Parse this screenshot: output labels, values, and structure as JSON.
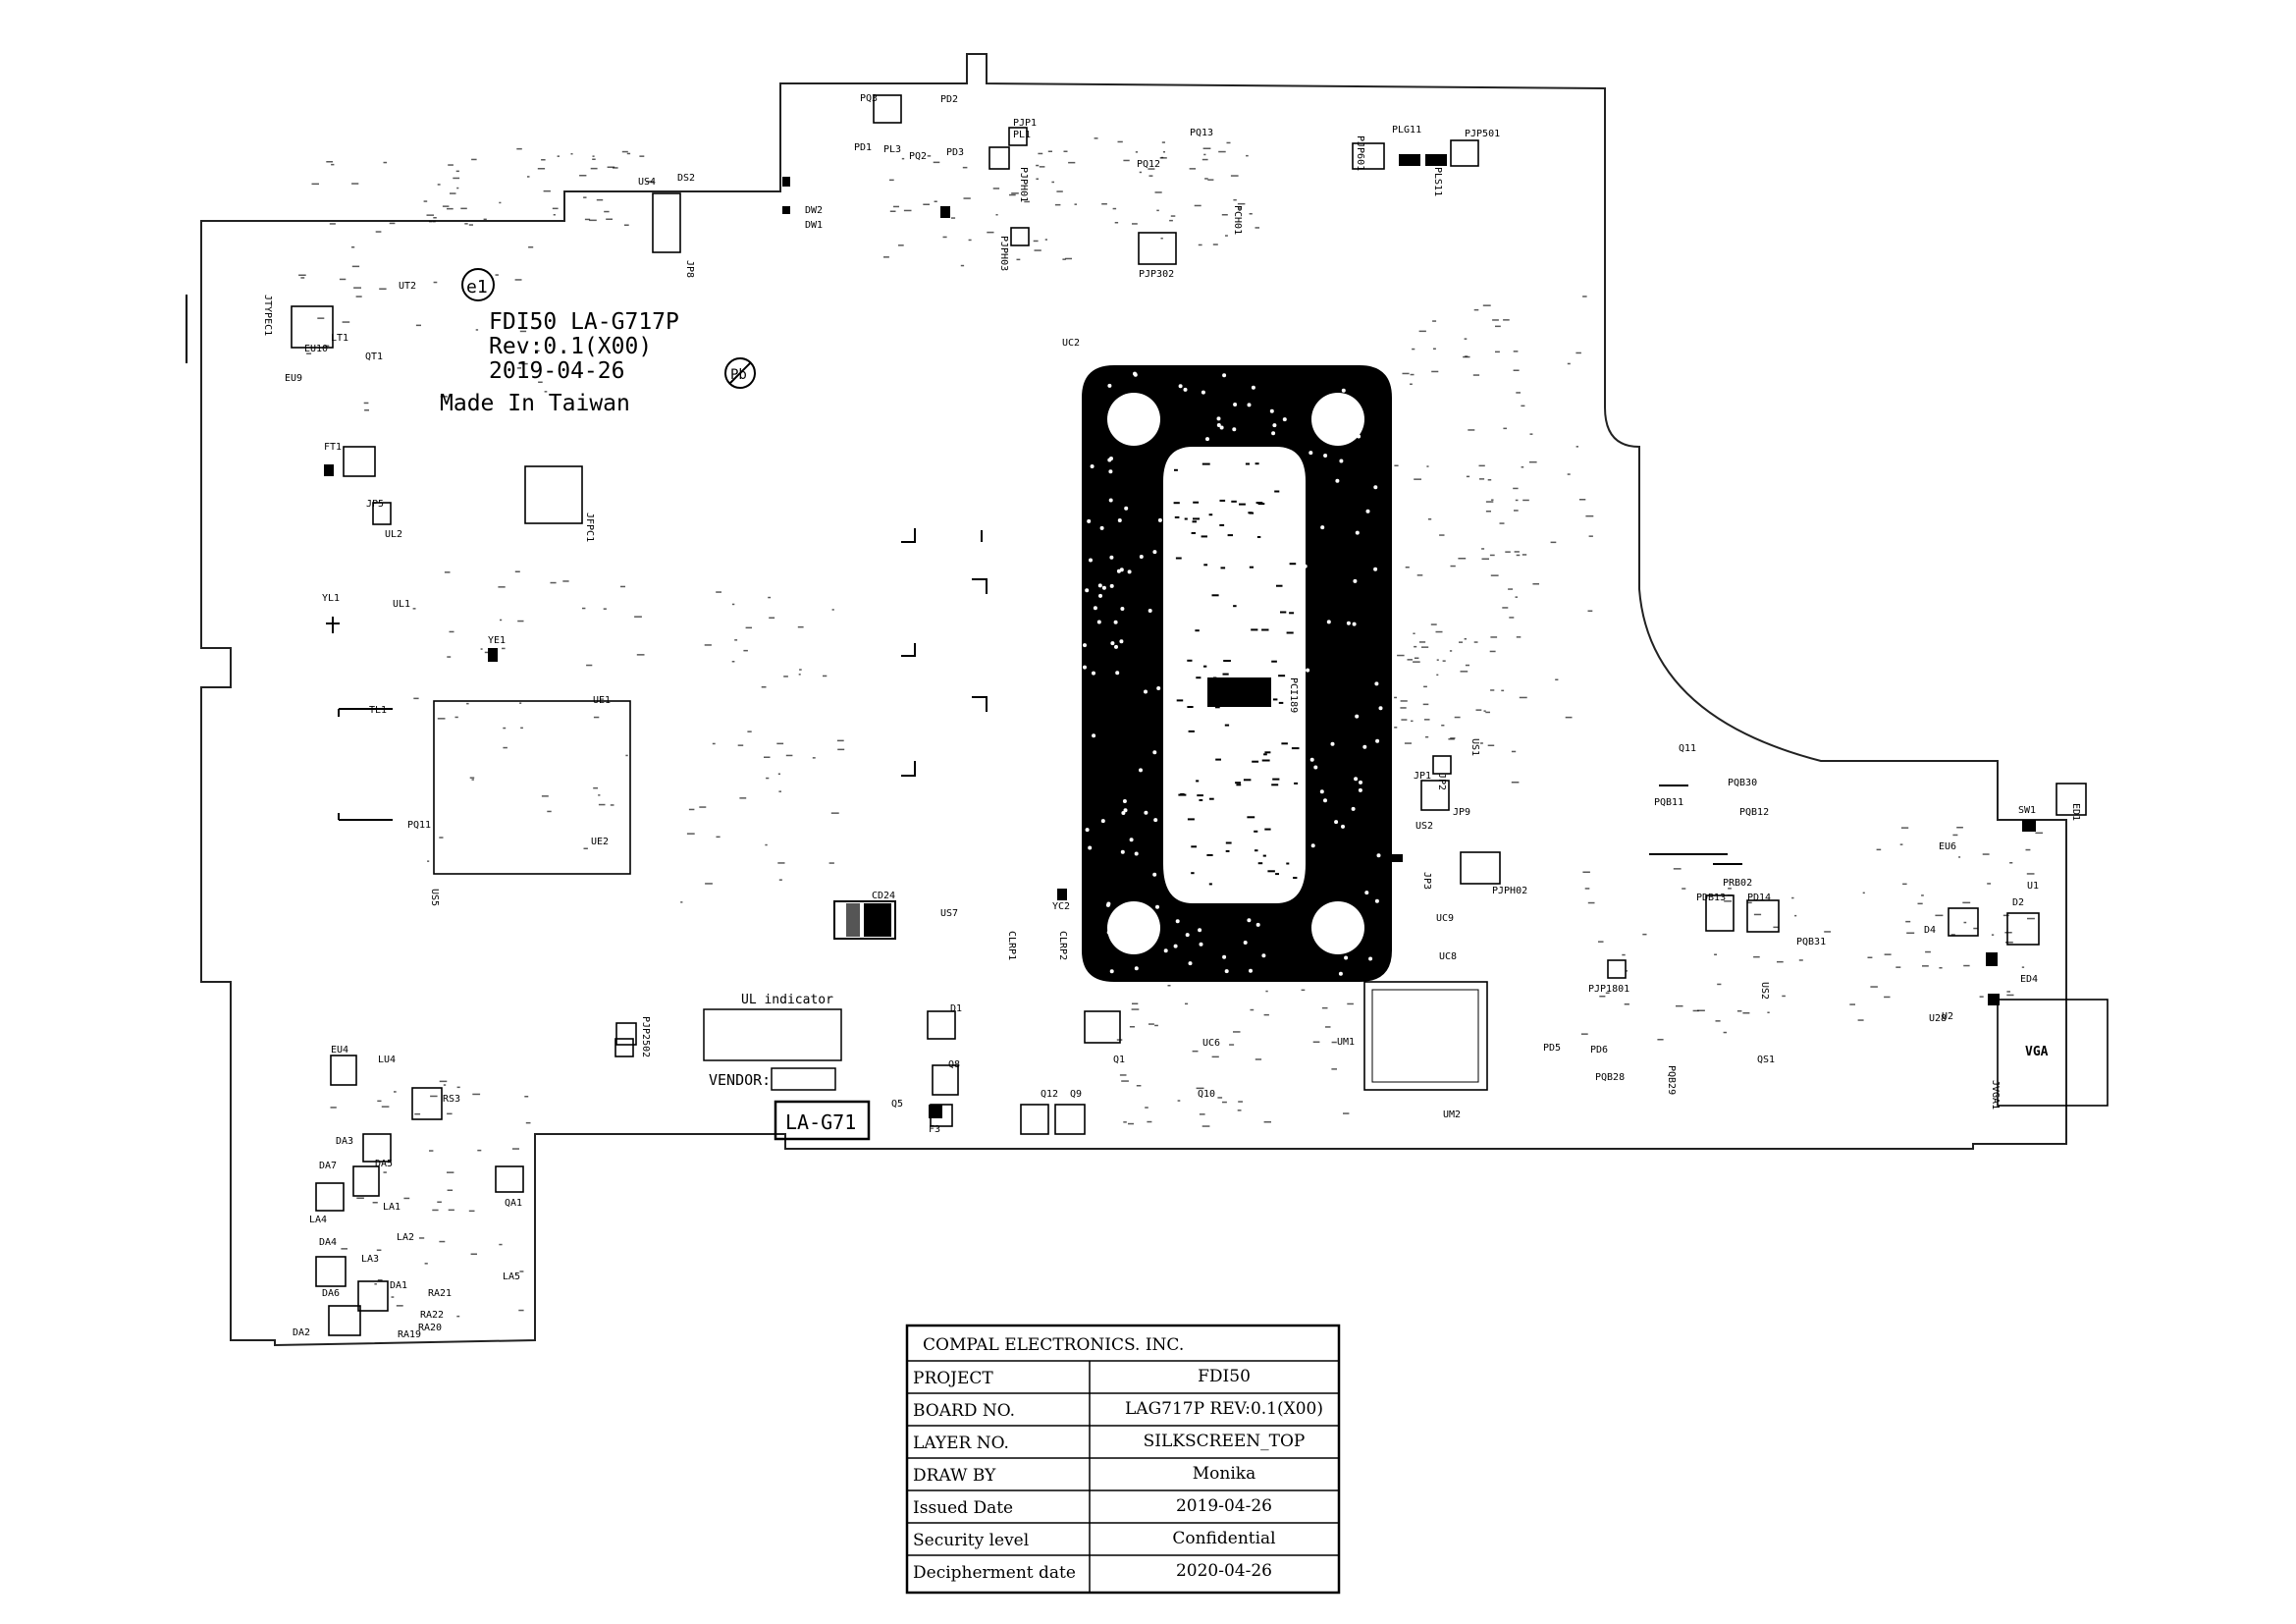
{
  "board": {
    "model_line": "FDI50 LA-G717P",
    "rev_line": "Rev:0.1(X00)",
    "date_line": "2019-04-26",
    "made_in": "Made In Taiwan",
    "e1_mark": "e1",
    "pb_mark": "Pb",
    "ul_indicator": "UL indicator",
    "vendor_label": "VENDOR:",
    "la_box": "LA-G71",
    "vga": "VGA"
  },
  "components": [
    {
      "id": "c1",
      "text": "PQ3"
    },
    {
      "id": "c2",
      "text": "PD2"
    },
    {
      "id": "c3",
      "text": "PJP1"
    },
    {
      "id": "c4",
      "text": "PL1"
    },
    {
      "id": "c5",
      "text": "PD1"
    },
    {
      "id": "c6",
      "text": "PL3"
    },
    {
      "id": "c7",
      "text": "PQ2"
    },
    {
      "id": "c8",
      "text": "PD3"
    },
    {
      "id": "c9",
      "text": "PQ13"
    },
    {
      "id": "c10",
      "text": "PQ12"
    },
    {
      "id": "c11",
      "text": "PLG11"
    },
    {
      "id": "c12",
      "text": "PJP501"
    },
    {
      "id": "c13",
      "text": "PJP302"
    },
    {
      "id": "c14",
      "text": "US4"
    },
    {
      "id": "c15",
      "text": "DS2"
    },
    {
      "id": "c16",
      "text": "JP8"
    },
    {
      "id": "c17",
      "text": "DW2"
    },
    {
      "id": "c18",
      "text": "DW1"
    },
    {
      "id": "c19",
      "text": "UT2"
    },
    {
      "id": "c20",
      "text": "EU10"
    },
    {
      "id": "c21",
      "text": "LT1"
    },
    {
      "id": "c22",
      "text": "QT1"
    },
    {
      "id": "c23",
      "text": "EU9"
    },
    {
      "id": "c24",
      "text": "UC2"
    },
    {
      "id": "c25",
      "text": "FT1"
    },
    {
      "id": "c26",
      "text": "JP5"
    },
    {
      "id": "c27",
      "text": "UL2"
    },
    {
      "id": "c28",
      "text": "JFPC1"
    },
    {
      "id": "c29",
      "text": "YL1"
    },
    {
      "id": "c30",
      "text": "UL1"
    },
    {
      "id": "c31",
      "text": "YE1"
    },
    {
      "id": "c32",
      "text": "TL1"
    },
    {
      "id": "c33",
      "text": "UE1"
    },
    {
      "id": "c34",
      "text": "PQ11"
    },
    {
      "id": "c35",
      "text": "UE2"
    },
    {
      "id": "c36",
      "text": "US5"
    },
    {
      "id": "c37",
      "text": "CD24"
    },
    {
      "id": "c38",
      "text": "US7"
    },
    {
      "id": "c39",
      "text": "YC2"
    },
    {
      "id": "c40",
      "text": "CLRP1"
    },
    {
      "id": "c41",
      "text": "CLRP2"
    },
    {
      "id": "c42",
      "text": "PJP2502"
    },
    {
      "id": "c43",
      "text": "D1"
    },
    {
      "id": "c44",
      "text": "Q8"
    },
    {
      "id": "c45",
      "text": "Q5"
    },
    {
      "id": "c46",
      "text": "F3"
    },
    {
      "id": "c47",
      "text": "Q12"
    },
    {
      "id": "c48",
      "text": "Q9"
    },
    {
      "id": "c49",
      "text": "Q1"
    },
    {
      "id": "c50",
      "text": "UC6"
    },
    {
      "id": "c51",
      "text": "Q10"
    },
    {
      "id": "c52",
      "text": "UM1"
    },
    {
      "id": "c53",
      "text": "UM2"
    },
    {
      "id": "c54",
      "text": "PD5"
    },
    {
      "id": "c55",
      "text": "PD6"
    },
    {
      "id": "c56",
      "text": "PQB28"
    },
    {
      "id": "c57",
      "text": "PQB29"
    },
    {
      "id": "c58",
      "text": "PJP1801"
    },
    {
      "id": "c59",
      "text": "PJPH02"
    },
    {
      "id": "c60",
      "text": "UC9"
    },
    {
      "id": "c61",
      "text": "UC8"
    },
    {
      "id": "c62",
      "text": "JP1"
    },
    {
      "id": "c63",
      "text": "JP2"
    },
    {
      "id": "c64",
      "text": "JP9"
    },
    {
      "id": "c65",
      "text": "US2"
    },
    {
      "id": "c66",
      "text": "Q11"
    },
    {
      "id": "c67",
      "text": "PQB30"
    },
    {
      "id": "c68",
      "text": "PQB11"
    },
    {
      "id": "c69",
      "text": "PQB12"
    },
    {
      "id": "c70",
      "text": "PRB02"
    },
    {
      "id": "c71",
      "text": "PDB13"
    },
    {
      "id": "c72",
      "text": "PD14"
    },
    {
      "id": "c73",
      "text": "PQB31"
    },
    {
      "id": "c74",
      "text": "US2"
    },
    {
      "id": "c75",
      "text": "QS1"
    },
    {
      "id": "c76",
      "text": "EU6"
    },
    {
      "id": "c77",
      "text": "SW1"
    },
    {
      "id": "c78",
      "text": "ED1"
    },
    {
      "id": "c79",
      "text": "U1"
    },
    {
      "id": "c80",
      "text": "D2"
    },
    {
      "id": "c81",
      "text": "ED4"
    },
    {
      "id": "c82",
      "text": "U2"
    },
    {
      "id": "c83",
      "text": "EU4"
    },
    {
      "id": "c84",
      "text": "LU4"
    },
    {
      "id": "c85",
      "text": "RS3"
    },
    {
      "id": "c86",
      "text": "DA3"
    },
    {
      "id": "c87",
      "text": "DA7"
    },
    {
      "id": "c88",
      "text": "DA5"
    },
    {
      "id": "c89",
      "text": "LA4"
    },
    {
      "id": "c90",
      "text": "LA1"
    },
    {
      "id": "c91",
      "text": "LA2"
    },
    {
      "id": "c92",
      "text": "QA1"
    },
    {
      "id": "c93",
      "text": "DA4"
    },
    {
      "id": "c94",
      "text": "LA3"
    },
    {
      "id": "c95",
      "text": "DA1"
    },
    {
      "id": "c96",
      "text": "DA6"
    },
    {
      "id": "c97",
      "text": "RA21"
    },
    {
      "id": "c98",
      "text": "RA22"
    },
    {
      "id": "c99",
      "text": "RA20"
    },
    {
      "id": "c100",
      "text": "RA19"
    },
    {
      "id": "c101",
      "text": "DA2"
    },
    {
      "id": "c102",
      "text": "LA5"
    },
    {
      "id": "c103",
      "text": "JVGA1"
    },
    {
      "id": "c104",
      "text": "PCI189"
    },
    {
      "id": "c105",
      "text": "US1"
    },
    {
      "id": "c106",
      "text": "PJP601"
    },
    {
      "id": "c107",
      "text": "PLS11"
    },
    {
      "id": "c108",
      "text": "PJPH01"
    },
    {
      "id": "c109",
      "text": "PJPH03"
    },
    {
      "id": "c110",
      "text": "PCH01"
    },
    {
      "id": "c111",
      "text": "JP3"
    },
    {
      "id": "c112",
      "text": "JTYPEC1"
    },
    {
      "id": "c113",
      "text": "D4"
    },
    {
      "id": "c114",
      "text": "U28"
    }
  ],
  "title_block": {
    "company": "COMPAL ELECTRONICS. INC.",
    "rows": [
      {
        "label": "PROJECT",
        "value": "FDI50"
      },
      {
        "label": "BOARD NO.",
        "value": "LAG717P REV:0.1(X00)"
      },
      {
        "label": "LAYER NO.",
        "value": "SILKSCREEN_TOP"
      },
      {
        "label": "DRAW BY",
        "value": "Monika"
      },
      {
        "label": "Issued Date",
        "value": "2019-04-26"
      },
      {
        "label": "Security level",
        "value": "Confidential"
      },
      {
        "label": "Decipherment date",
        "value": "2020-04-26"
      }
    ]
  }
}
